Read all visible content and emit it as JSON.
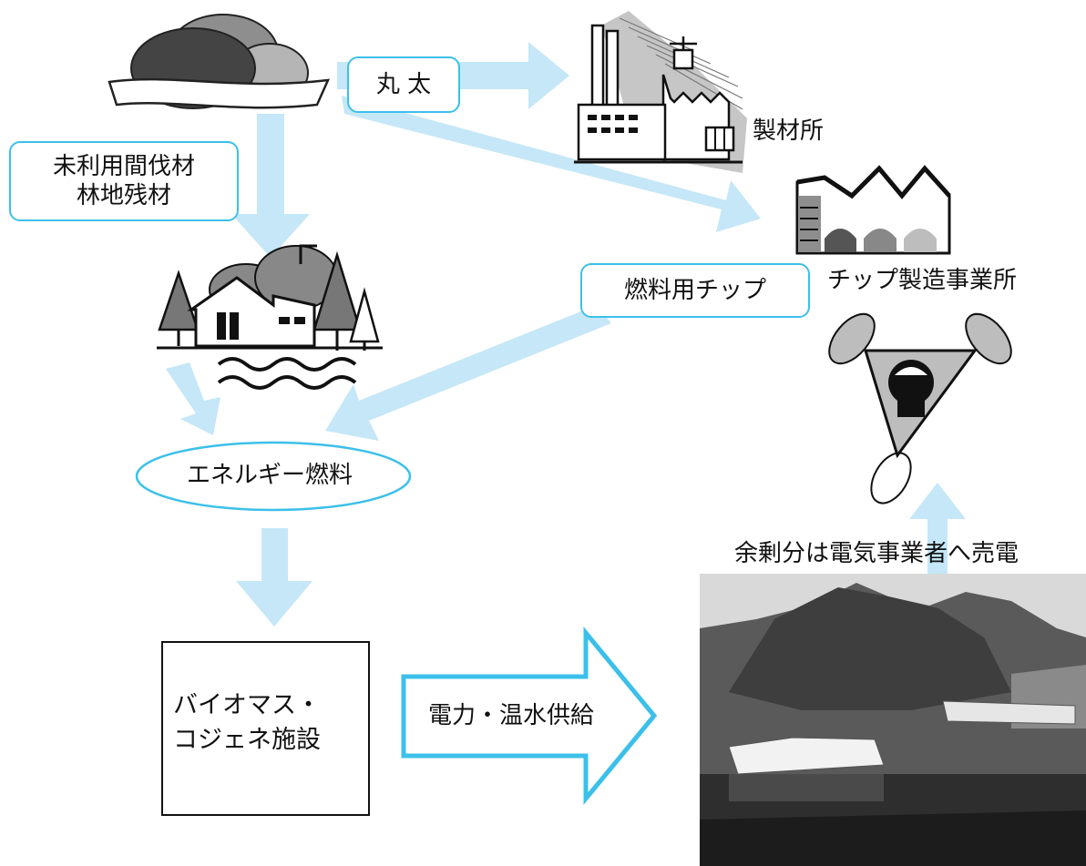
{
  "labels": {
    "maruta": "丸 太",
    "unused_line1": "未利用間伐材",
    "unused_line2": "林地残材",
    "sawmill": "製材所",
    "chip_plant": "チップ製造事業所",
    "fuel_chip": "燃料用チップ",
    "energy_fuel": "エネルギー燃料",
    "surplus": "余剰分は電気事業者へ売電",
    "biomass_line1": "バイオマス・",
    "biomass_line2": "コジェネ施設",
    "supply": "電力・温水供給"
  },
  "colors": {
    "arrow": "#c5e7f7",
    "box_border": "#3cc0ea",
    "dark_fill": "#555555",
    "mid_fill": "#888888",
    "light_fill": "#bdbdbd"
  }
}
